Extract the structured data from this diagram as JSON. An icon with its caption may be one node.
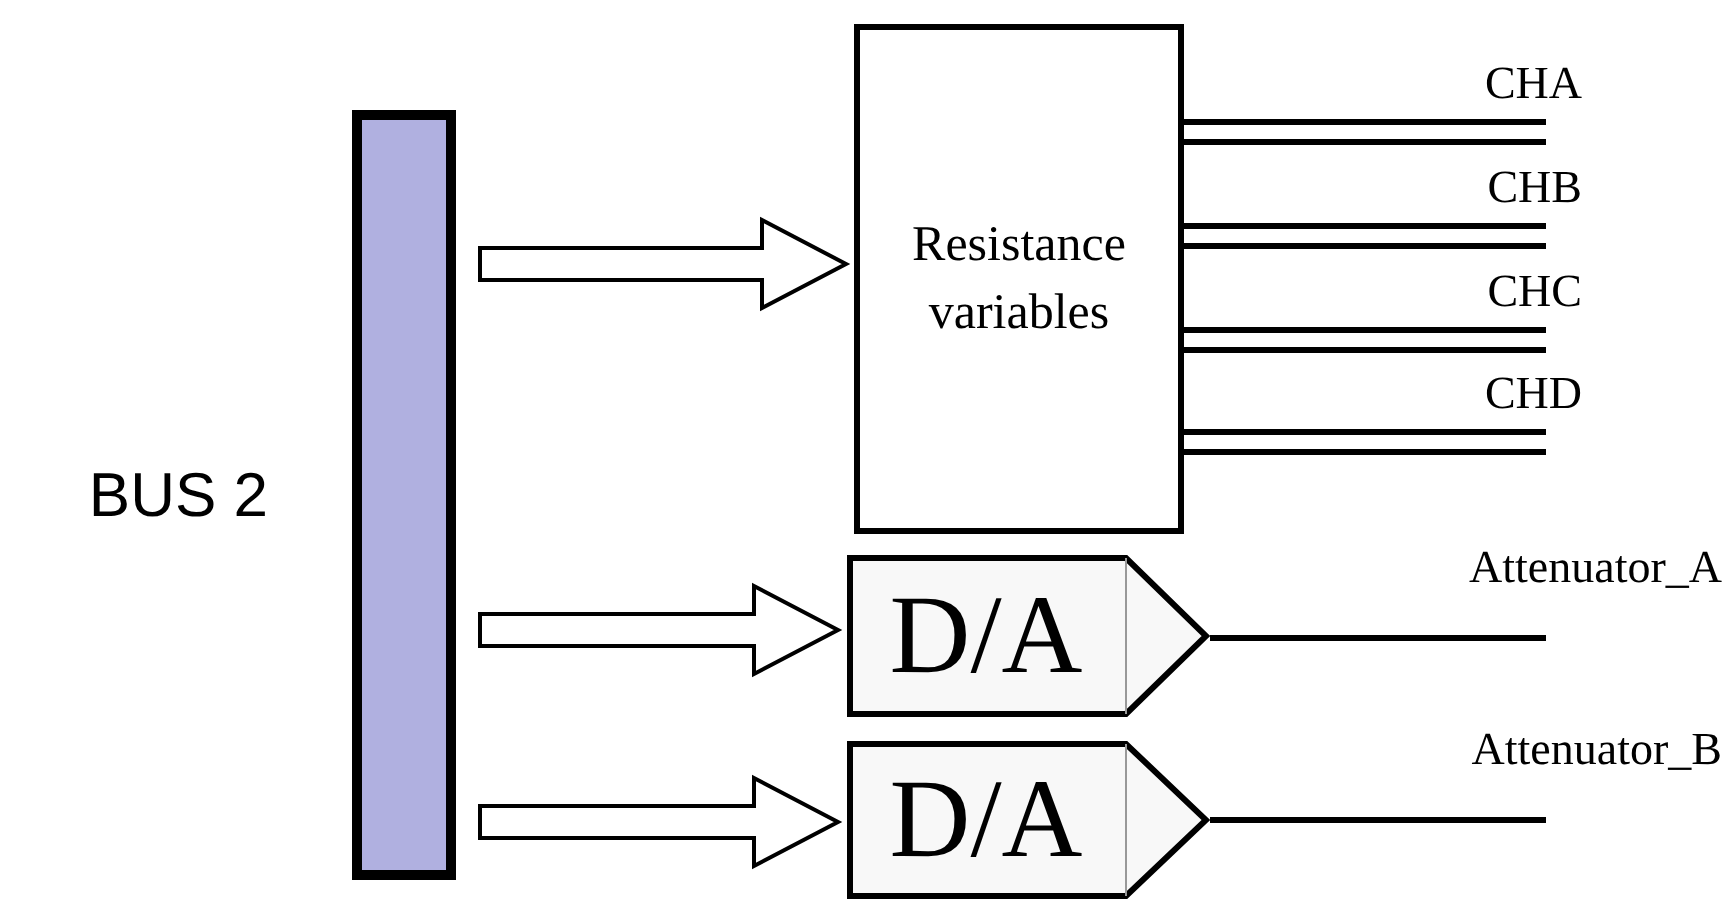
{
  "diagram": {
    "nodes": [
      {
        "text": [],
        "shape": "bar",
        "beside": [
          "BUS 2"
        ]
      },
      {
        "text": [
          "Resistance variables"
        ]
      },
      {
        "text": [
          "D/A"
        ]
      },
      {
        "text": [
          "D/A"
        ]
      }
    ],
    "edges": [
      {
        "from": 0,
        "to": 1,
        "arrow": "to"
      },
      {
        "from": 0,
        "to": 2,
        "arrow": "to"
      },
      {
        "from": 0,
        "to": 3,
        "arrow": "to"
      },
      {
        "from": 1,
        "to": null,
        "arrow": "none",
        "label": "CHA"
      },
      {
        "from": 1,
        "to": null,
        "arrow": "none",
        "label": "CHB"
      },
      {
        "from": 1,
        "to": null,
        "arrow": "none",
        "label": "CHC"
      },
      {
        "from": 1,
        "to": null,
        "arrow": "none",
        "label": "CHD"
      },
      {
        "from": 2,
        "to": null,
        "arrow": "none",
        "label": "Attenuator_A"
      },
      {
        "from": 3,
        "to": null,
        "arrow": "none",
        "label": "Attenuator_B"
      }
    ]
  }
}
